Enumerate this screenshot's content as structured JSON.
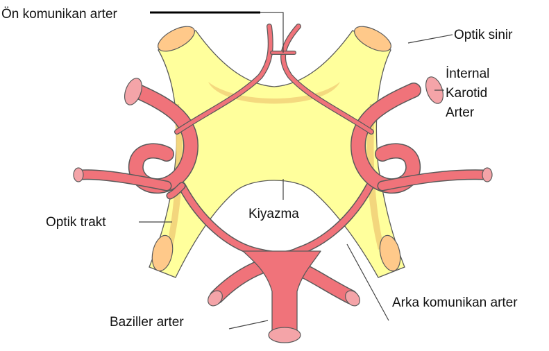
{
  "labels": {
    "anterior_communicating": "Ön komunikan arter",
    "optic_nerve": "Optik sinir",
    "internal_carotid": [
      "İnternal",
      "Karotid",
      "Arter"
    ],
    "optic_tract": "Optik trakt",
    "chiasm": "Kiyazma",
    "posterior_communicating": "Arka komunikan arter",
    "basilar": "Baziller arter"
  },
  "colors": {
    "nerve_fill": "#ffff9c",
    "nerve_shade": "#f2d27a",
    "nerve_end": "#ffc98a",
    "artery_fill": "#f0737a",
    "artery_dark": "#c84a55",
    "artery_end": "#f4a4a8",
    "outline": "#5a5a5a",
    "leader": "#444444"
  }
}
